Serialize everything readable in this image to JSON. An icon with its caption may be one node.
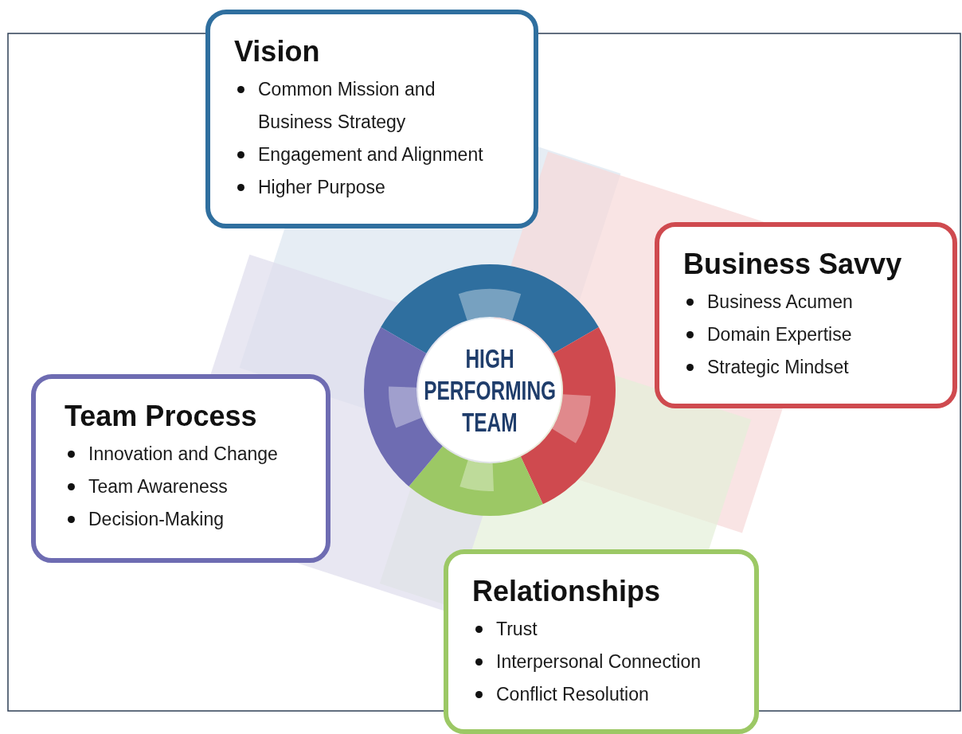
{
  "diagram": {
    "nodes": [
      {
        "text": [
          "Vision",
          "Common Mission and Business Strategy",
          "Engagement and Alignment",
          "Higher Purpose"
        ]
      },
      {
        "text": [
          "Business Savvy",
          "Business Acumen",
          "Domain Expertise",
          "Strategic Mindset"
        ]
      },
      {
        "text": [
          "HIGH PERFORMING TEAM"
        ]
      },
      {
        "text": [
          "Team Process",
          "Innovation and Change",
          "Team Awareness",
          "Decision-Making"
        ]
      },
      {
        "text": [
          "Relationships",
          "Trust",
          "Interpersonal Connection",
          "Conflict Resolution"
        ]
      }
    ]
  }
}
